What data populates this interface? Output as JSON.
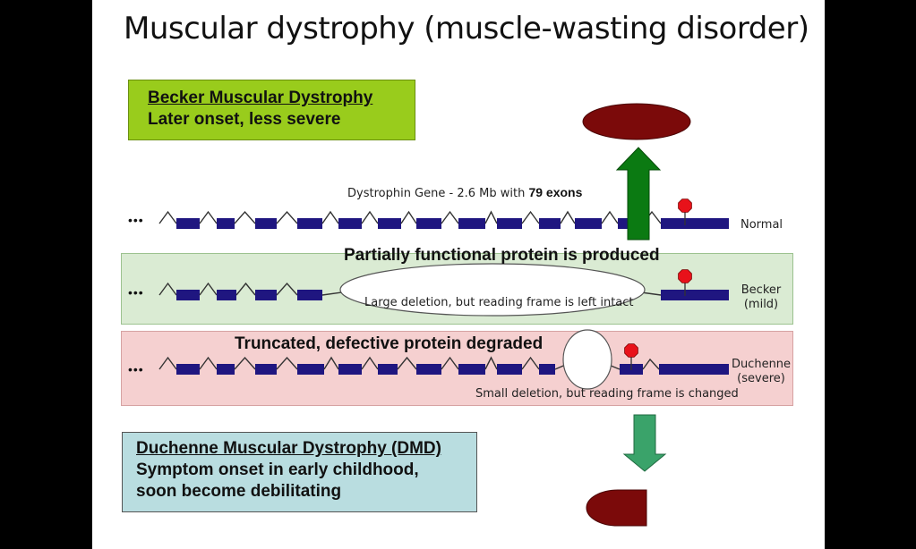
{
  "title": "Muscular dystrophy (muscle-wasting disorder)",
  "becker_box": {
    "heading": "Becker Muscular Dystrophy",
    "text": "Later onset, less severe"
  },
  "dmd_box": {
    "heading": "Duchenne Muscular Dystrophy (DMD)",
    "line1": "Symptom onset in early childhood,",
    "line2": "soon become debilitating"
  },
  "gene": {
    "caption_prefix": "Dystrophin Gene - 2.6 Mb with ",
    "caption_bold": "79 exons",
    "ellipsis": "•••"
  },
  "rows": {
    "normal": {
      "label": "Normal"
    },
    "becker": {
      "label_line1": "Becker",
      "label_line2": "(mild)",
      "caption": "Partially functional protein is produced",
      "note": "Large deletion, but reading frame is left intact"
    },
    "duchenne": {
      "label_line1": "Duchenne",
      "label_line2": "(severe)",
      "caption": "Truncated, defective protein degraded",
      "note": "Small deletion, but reading frame is changed"
    }
  },
  "colors": {
    "exon": "#1f1680",
    "stop": "#e8121a",
    "protein": "#7b0a0a",
    "arrow_up": "#0b7a12",
    "arrow_down": "#3aa36a",
    "becker_box": "#99cc1c",
    "dmd_box": "#b9dde0"
  }
}
